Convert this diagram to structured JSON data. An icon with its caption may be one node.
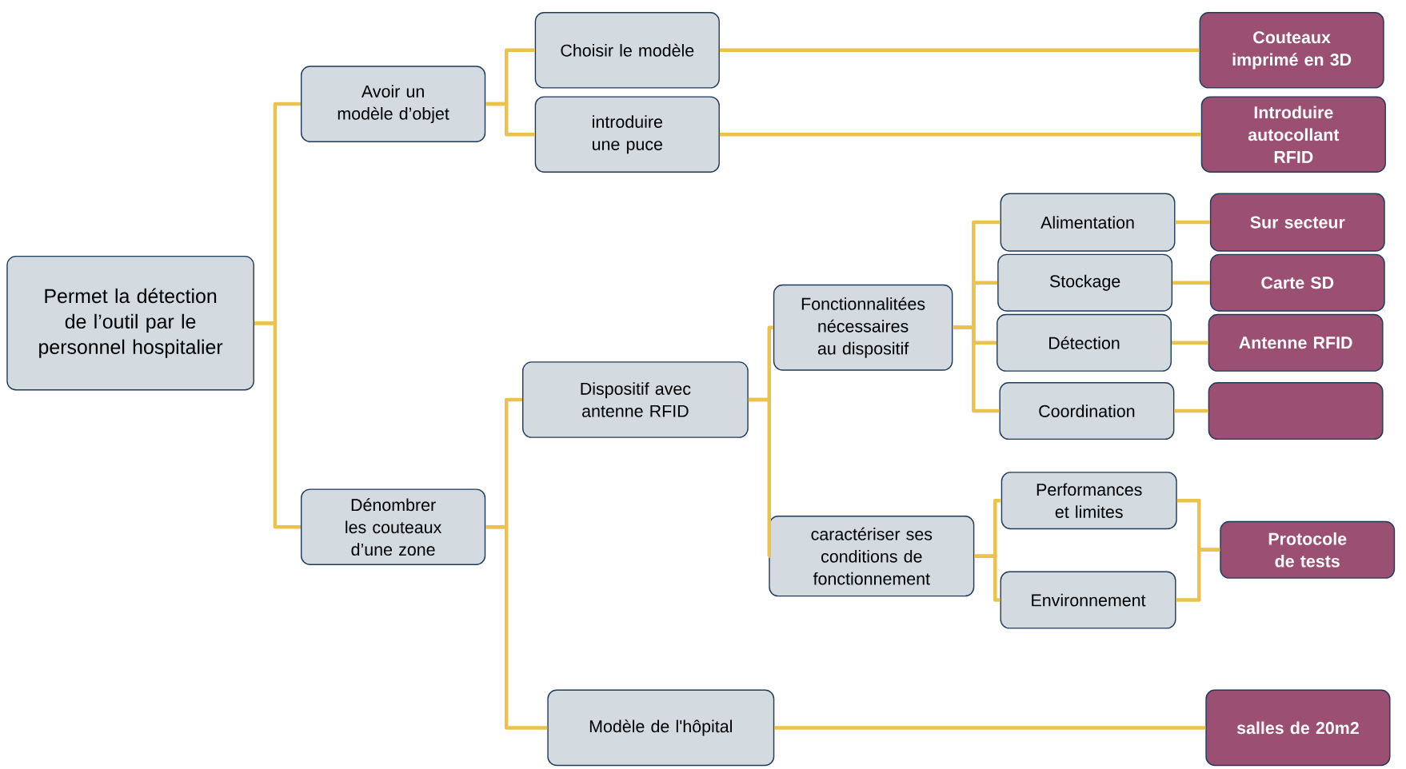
{
  "diagram": {
    "nodes": [
      {
        "text": [
          "Permet la détection de l’outil par le personnel hospitalier"
        ]
      },
      {
        "text": [
          "Avoir un modèle d’objet"
        ]
      },
      {
        "text": [
          "Choisir le modèle"
        ]
      },
      {
        "text": [
          "Couteaux imprimé en 3D"
        ]
      },
      {
        "text": [
          "introduire une puce"
        ]
      },
      {
        "text": [
          "Introduire autocollant RFID"
        ]
      },
      {
        "text": [
          "Dénombrer les couteaux d’une zone"
        ]
      },
      {
        "text": [
          "Dispositif avec antenne RFID"
        ]
      },
      {
        "text": [
          "Fonctionnalitées nécessaires au dispositif"
        ]
      },
      {
        "text": [
          "Alimentation"
        ]
      },
      {
        "text": [
          "Sur secteur"
        ]
      },
      {
        "text": [
          "Stockage"
        ]
      },
      {
        "text": [
          "Carte SD"
        ]
      },
      {
        "text": [
          "Détection"
        ]
      },
      {
        "text": [
          "Antenne RFID"
        ]
      },
      {
        "text": [
          "Coordination"
        ]
      },
      {
        "text": [],
        "shape": "box"
      },
      {
        "text": [
          "caractériser ses conditions de fonctionnement"
        ]
      },
      {
        "text": [
          "Performances et limites"
        ]
      },
      {
        "text": [
          "Environnement"
        ]
      },
      {
        "text": [
          "Protocole de tests"
        ]
      },
      {
        "text": [
          "Modèle de l'hôpital"
        ]
      },
      {
        "text": [
          "salles de 20m2"
        ]
      }
    ],
    "edges": [
      {
        "from": 0,
        "to": 1,
        "arrow": "none"
      },
      {
        "from": 0,
        "to": 6,
        "arrow": "none"
      },
      {
        "from": 1,
        "to": 2,
        "arrow": "none"
      },
      {
        "from": 1,
        "to": 4,
        "arrow": "none"
      },
      {
        "from": 2,
        "to": 3,
        "arrow": "none"
      },
      {
        "from": 4,
        "to": 5,
        "arrow": "none"
      },
      {
        "from": 6,
        "to": 7,
        "arrow": "none"
      },
      {
        "from": 6,
        "to": 21,
        "arrow": "none"
      },
      {
        "from": 7,
        "to": 8,
        "arrow": "none"
      },
      {
        "from": 7,
        "to": 17,
        "arrow": "none"
      },
      {
        "from": 8,
        "to": 9,
        "arrow": "none"
      },
      {
        "from": 8,
        "to": 11,
        "arrow": "none"
      },
      {
        "from": 8,
        "to": 13,
        "arrow": "none"
      },
      {
        "from": 8,
        "to": 15,
        "arrow": "none"
      },
      {
        "from": 9,
        "to": 10,
        "arrow": "none"
      },
      {
        "from": 11,
        "to": 12,
        "arrow": "none"
      },
      {
        "from": 13,
        "to": 14,
        "arrow": "none"
      },
      {
        "from": 15,
        "to": 16,
        "arrow": "none"
      },
      {
        "from": 17,
        "to": 18,
        "arrow": "none"
      },
      {
        "from": 17,
        "to": 19,
        "arrow": "none"
      },
      {
        "from": 18,
        "to": 20,
        "arrow": "none"
      },
      {
        "from": 19,
        "to": 20,
        "arrow": "none"
      },
      {
        "from": 21,
        "to": 22,
        "arrow": "none"
      }
    ]
  }
}
